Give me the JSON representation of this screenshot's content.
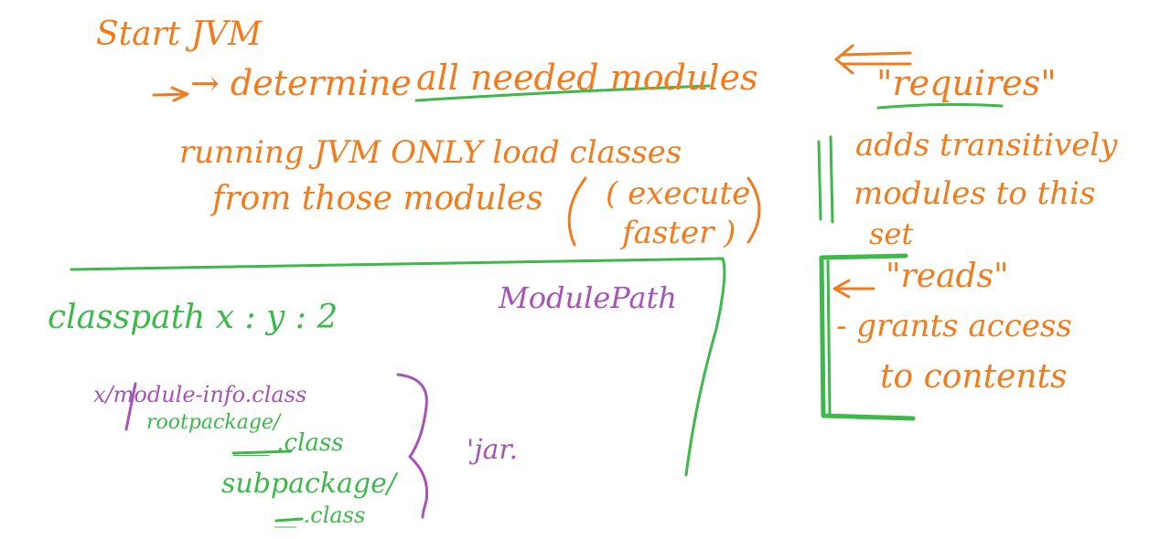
{
  "colors": {
    "orange": "#f07c1e",
    "green": "#3db84b",
    "purple": "#a455b5",
    "background": "#ffffff"
  },
  "notes": {
    "start_jvm": "Start JVM",
    "determine": "→ determine",
    "all_needed_modules": "all needed modules",
    "running_jvm": "running JVM ONLY load classes",
    "from_those_modules": "from those modules",
    "execute": "( execute",
    "faster": "faster )",
    "requires_arrow": "⟸",
    "requires": "\"requires\"",
    "adds_transitively": "adds transitively",
    "modules_to_this": "modules to this",
    "set": "set",
    "reads_arrow": "←",
    "reads": "\"reads\"",
    "grants_access": "- grants access",
    "to_contents": "to contents",
    "classpath": "classpath  x : y : 2",
    "module_path": "ModulePath",
    "x_module_info": "x/module-info.class",
    "rootpackage": "rootpackage/",
    "class1": "___ .class",
    "subpackage": "subpackage/",
    "class2": "__ .class",
    "jar": "'jar."
  }
}
